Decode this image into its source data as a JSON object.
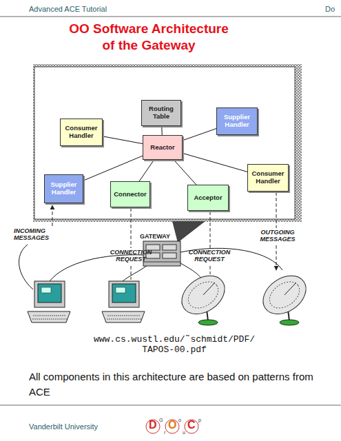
{
  "diagram": {
    "title": "OO Software Architecture of the Gateway",
    "nodes": [
      {
        "text": [
          "Consumer Handler"
        ]
      },
      {
        "text": [
          "Routing Table"
        ]
      },
      {
        "text": [
          "Supplier Handler"
        ]
      },
      {
        "text": [
          "Reactor"
        ]
      },
      {
        "text": [
          "Consumer Handler"
        ]
      },
      {
        "text": [
          "Supplier Handler"
        ]
      },
      {
        "text": [
          "Connector"
        ]
      },
      {
        "text": [
          "Acceptor"
        ]
      }
    ],
    "edges": [
      {
        "from": 3,
        "to": 0,
        "arrow": "none"
      },
      {
        "from": 3,
        "to": 1,
        "arrow": "none"
      },
      {
        "from": 3,
        "to": 2,
        "arrow": "none"
      },
      {
        "from": 3,
        "to": 4,
        "arrow": "none"
      },
      {
        "from": 3,
        "to": 5,
        "arrow": "none"
      },
      {
        "from": 3,
        "to": 6,
        "arrow": "none"
      },
      {
        "from": 3,
        "to": 7,
        "arrow": "none"
      }
    ],
    "labels": [
      "Advanced ACE Tutorial",
      "Do",
      "INCOMING MESSAGES",
      "CONNECTION REQUEST",
      "GATEWAY",
      "CONNECTION REQUEST",
      "OUTGOING MESSAGES",
      "www.cs.wustl.edu/˜schmidt/PDF/ TAPOS-00.pdf",
      "All components in this architecture are based on patterns from ACE",
      "Vanderbilt University",
      "D",
      "O",
      "C",
      "G",
      "r",
      "o",
      "u",
      "p"
    ]
  }
}
